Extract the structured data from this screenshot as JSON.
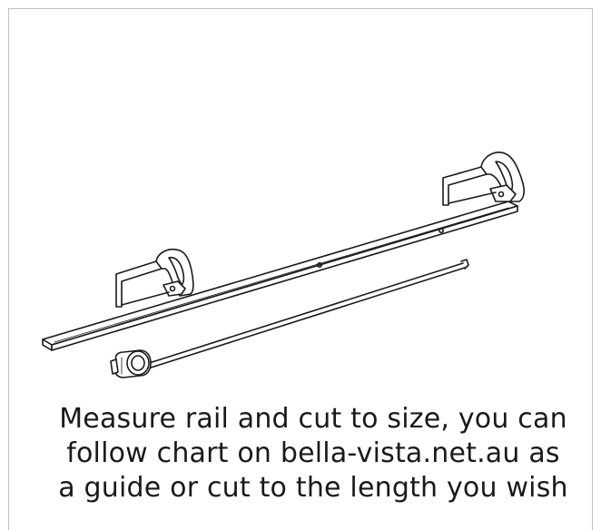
{
  "instruction": {
    "lines": [
      "Measure rail and cut to size, you can",
      "follow chart on bella-vista.net.au as",
      "a guide or cut to the length you wish"
    ]
  },
  "icons": [
    "hacksaw-icon",
    "hacksaw-icon",
    "tape-measure-icon",
    "rail-icon"
  ],
  "colors": {
    "line": "#1a1a1a",
    "frame": "#bfbfbf",
    "background": "#ffffff"
  }
}
